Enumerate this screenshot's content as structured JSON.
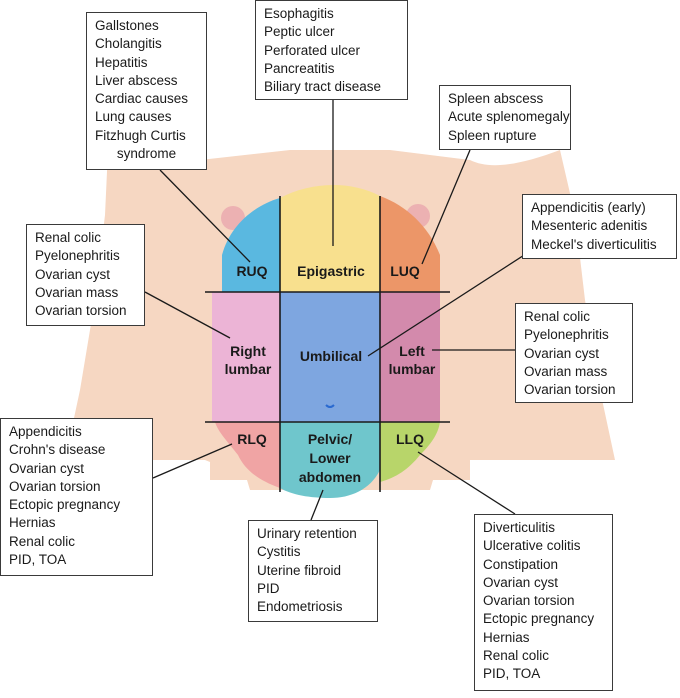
{
  "regions": {
    "ruq": "RUQ",
    "epigastric": "Epigastric",
    "luq": "LUQ",
    "right_lumbar": [
      "Right",
      "lumbar"
    ],
    "umbilical": "Umbilical",
    "left_lumbar": [
      "Left",
      "lumbar"
    ],
    "rlq": "RLQ",
    "pelvic": [
      "Pelvic/",
      "Lower",
      "abdomen"
    ],
    "llq": "LLQ"
  },
  "boxes": {
    "ruq": [
      "Gallstones",
      "Cholangitis",
      "Hepatitis",
      "Liver abscess",
      "Cardiac causes",
      "Lung causes",
      "Fitzhugh Curtis",
      "syndrome"
    ],
    "epigastric": [
      "Esophagitis",
      "Peptic ulcer",
      "Perforated ulcer",
      "Pancreatitis",
      "Biliary tract disease"
    ],
    "luq": [
      "Spleen abscess",
      "Acute splenomegaly",
      "Spleen rupture"
    ],
    "umbilical": [
      "Appendicitis (early)",
      "Mesenteric adenitis",
      "Meckel's diverticulitis"
    ],
    "right_lumbar": [
      "Renal colic",
      "Pyelonephritis",
      "Ovarian cyst",
      "Ovarian mass",
      "Ovarian torsion"
    ],
    "left_lumbar": [
      "Renal colic",
      "Pyelonephritis",
      "Ovarian cyst",
      "Ovarian mass",
      "Ovarian torsion"
    ],
    "rlq": [
      "Appendicitis",
      "Crohn's disease",
      "Ovarian cyst",
      "Ovarian torsion",
      "Ectopic pregnancy",
      "Hernias",
      "Renal colic",
      "PID, TOA"
    ],
    "pelvic": [
      "Urinary retention",
      "Cystitis",
      "Uterine fibroid",
      "PID",
      "Endometriosis"
    ],
    "llq": [
      "Diverticulitis",
      "Ulcerative colitis",
      "Constipation",
      "Ovarian cyst",
      "Ovarian torsion",
      "Ectopic pregnancy",
      "Hernias",
      "Renal colic",
      "PID, TOA"
    ]
  },
  "colors": {
    "skin": "#f6d7c2",
    "ruq": "#5ab8e0",
    "epigastric": "#f8e08e",
    "luq": "#ec9668",
    "right_lumbar": "#ecb4d6",
    "umbilical": "#7ea6e0",
    "left_lumbar": "#d38aac",
    "rlq": "#f0a4a4",
    "pelvic": "#6fc6cc",
    "llq": "#b8d56a"
  }
}
